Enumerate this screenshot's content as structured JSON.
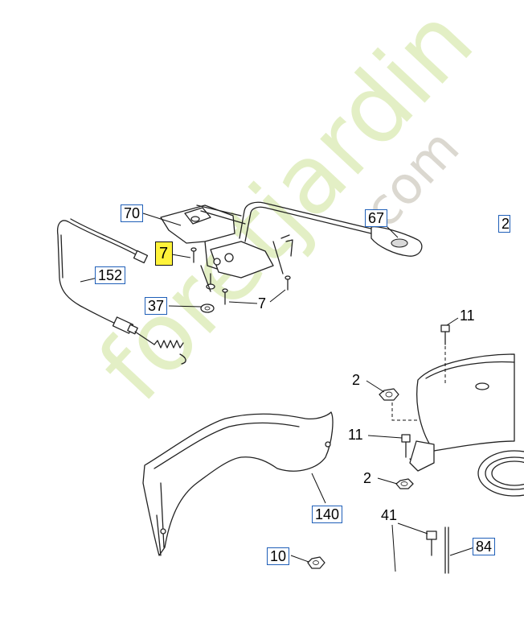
{
  "watermark": {
    "main_text": "foretjardin",
    "suffix_text": ".com",
    "color_main": "#d6e8a8",
    "color_suffix": "#d0cbc2",
    "color_dot": "#f3c55a"
  },
  "callouts": {
    "c70": "70",
    "c67": "67",
    "c152": "152",
    "c37": "37",
    "c7_highlight": "7",
    "c7": "7",
    "c11a": "11",
    "c2a": "2",
    "c11b": "11",
    "c2b": "2",
    "c41": "41",
    "c84": "84",
    "c10": "10",
    "c140": "140",
    "c_edge": "2"
  },
  "colors": {
    "callout_border": "#1f5fb8",
    "highlight": "#fff33a",
    "line": "#222222"
  }
}
